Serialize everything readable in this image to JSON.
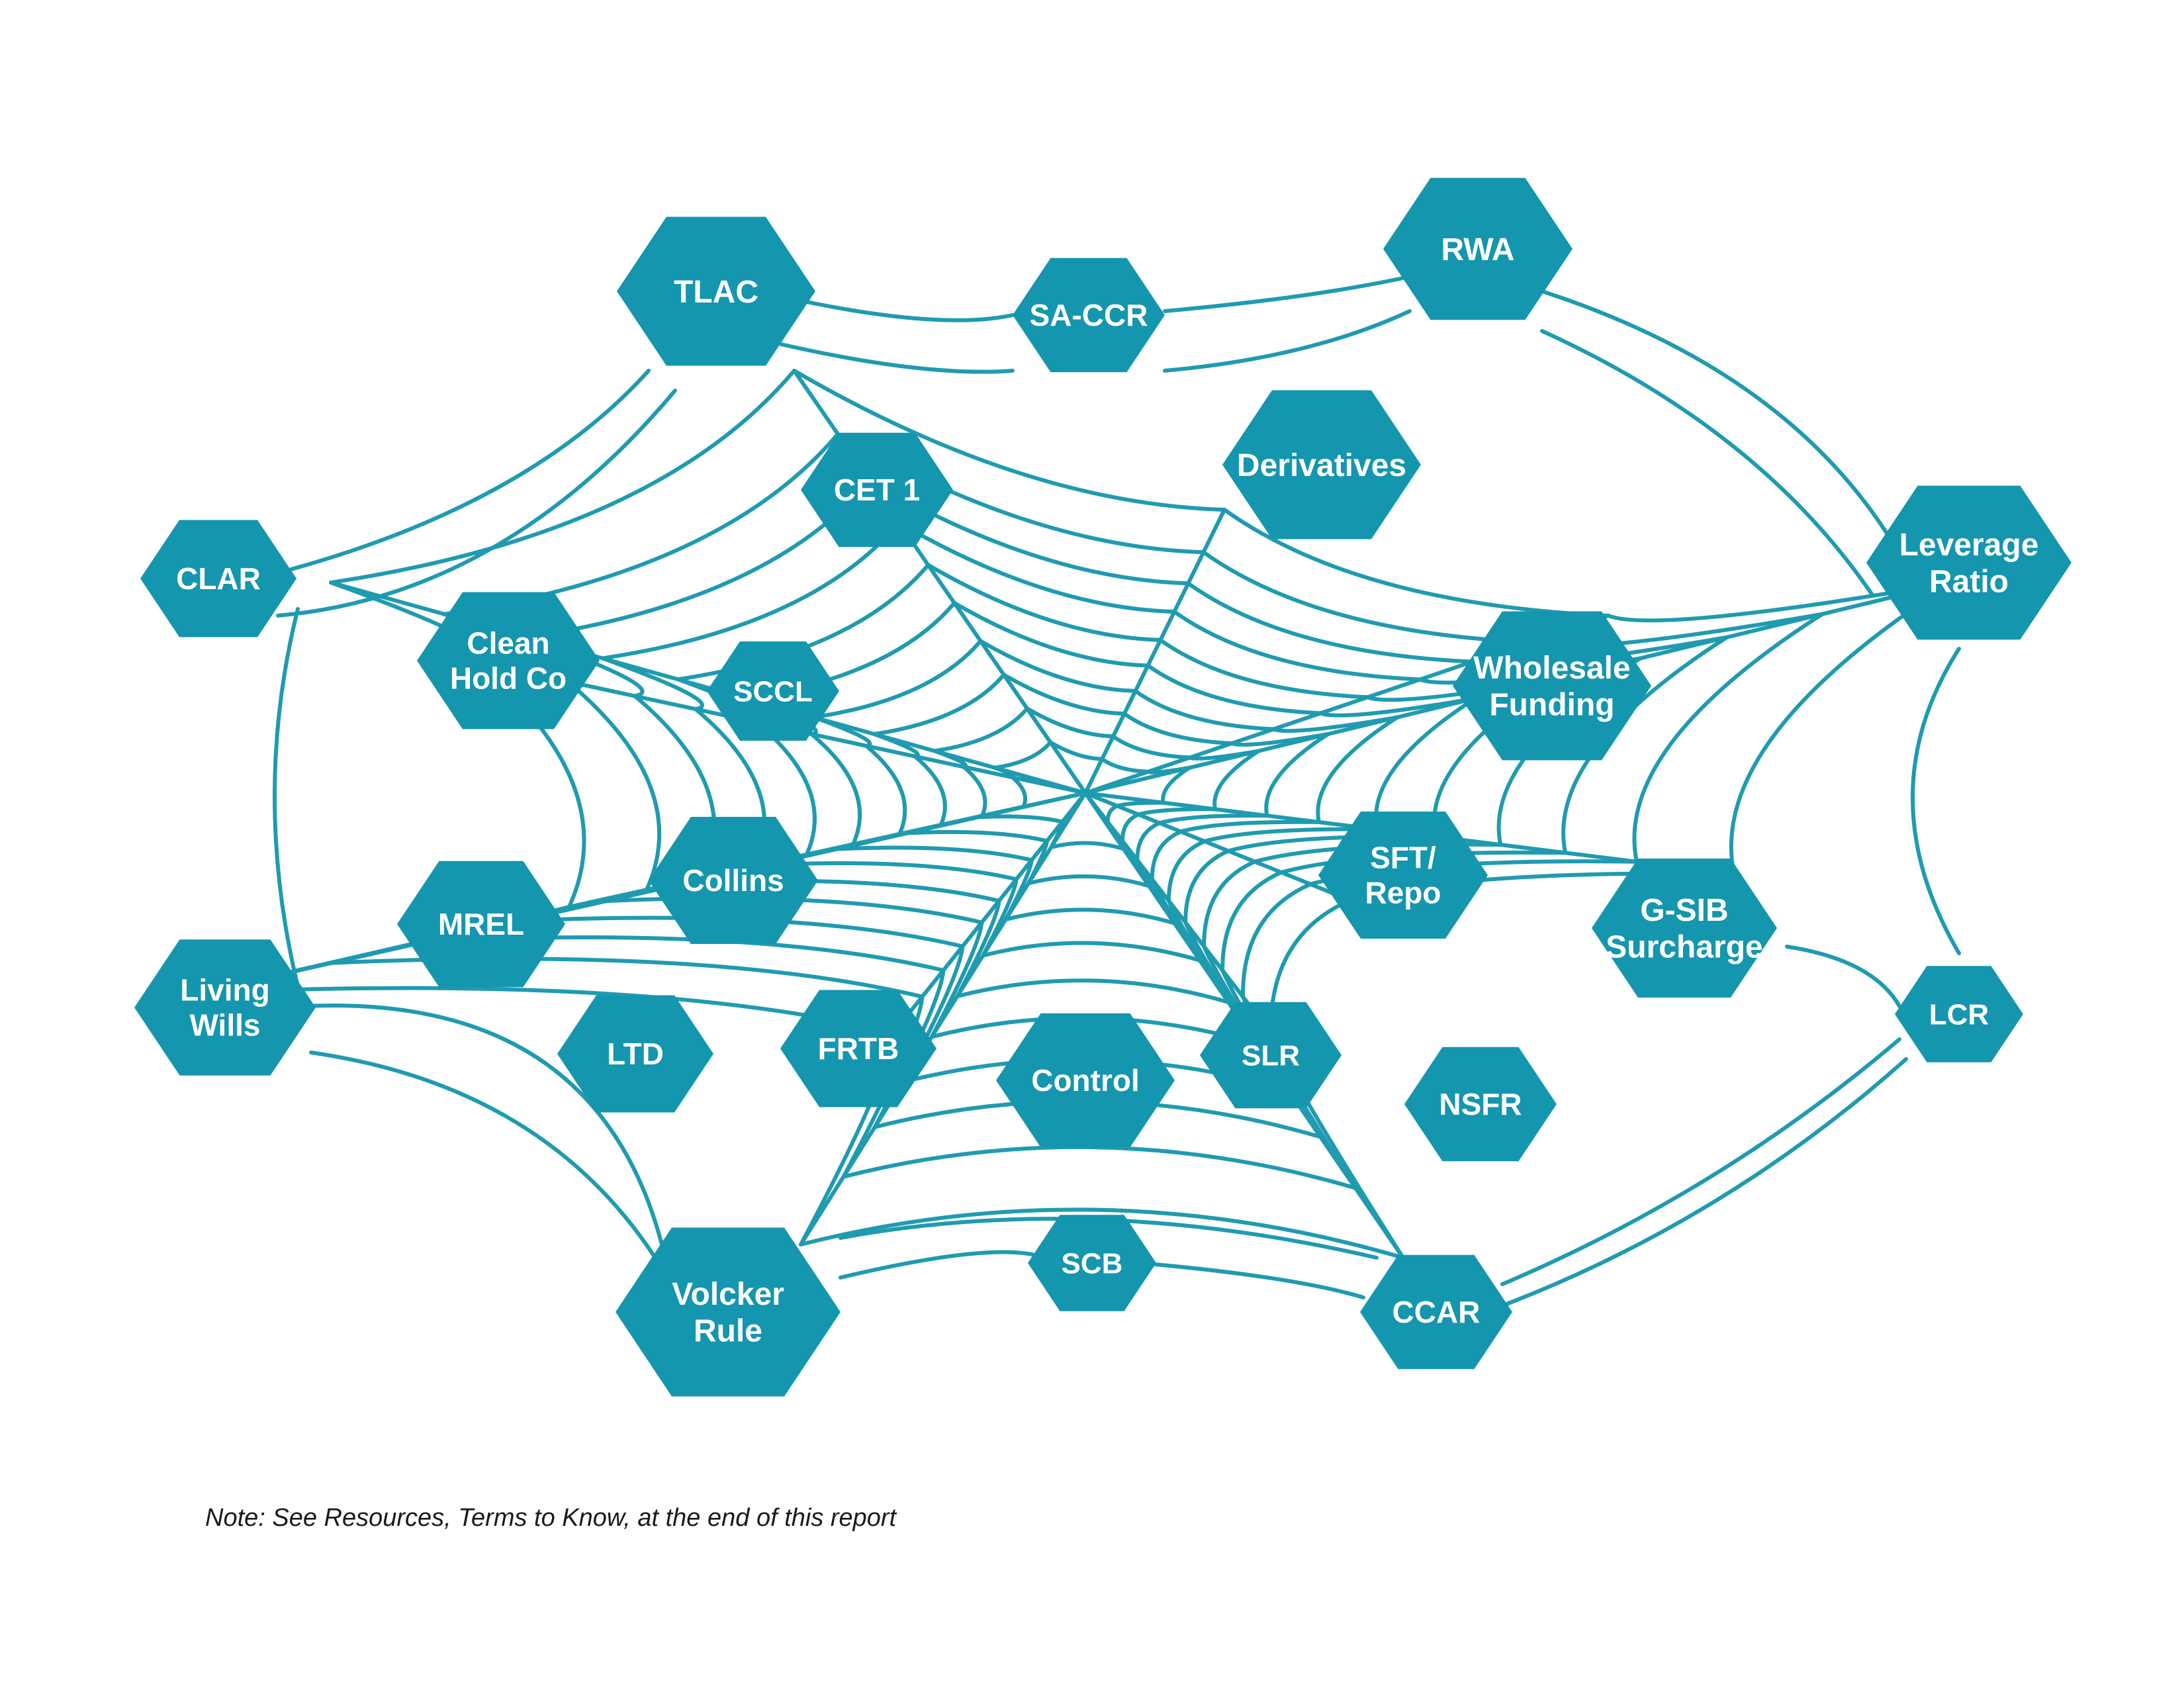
{
  "colors": {
    "hexagon": "#1496ae",
    "web_line": "#1f9bb0",
    "label_text": "#ffffff",
    "background": "#ffffff"
  },
  "nodes": [
    {
      "id": "tlac",
      "lines": [
        "TLAC"
      ]
    },
    {
      "id": "sa-ccr",
      "lines": [
        "SA-CCR"
      ]
    },
    {
      "id": "rwa",
      "lines": [
        "RWA"
      ]
    },
    {
      "id": "derivatives",
      "lines": [
        "Derivatives"
      ]
    },
    {
      "id": "cet1",
      "lines": [
        "CET 1"
      ]
    },
    {
      "id": "leverage-ratio",
      "lines": [
        "Leverage",
        "Ratio"
      ]
    },
    {
      "id": "clar",
      "lines": [
        "CLAR"
      ]
    },
    {
      "id": "clean-hold-co",
      "lines": [
        "Clean",
        "Hold Co"
      ]
    },
    {
      "id": "sccl",
      "lines": [
        "SCCL"
      ]
    },
    {
      "id": "wholesale-funding",
      "lines": [
        "Wholesale",
        "Funding"
      ]
    },
    {
      "id": "collins",
      "lines": [
        "Collins"
      ]
    },
    {
      "id": "sft-repo",
      "lines": [
        "SFT/",
        "Repo"
      ]
    },
    {
      "id": "g-sib-surcharge",
      "lines": [
        "G-SIB",
        "Surcharge"
      ]
    },
    {
      "id": "mrel",
      "lines": [
        "MREL"
      ]
    },
    {
      "id": "living-wills",
      "lines": [
        "Living",
        "Wills"
      ]
    },
    {
      "id": "lcr",
      "lines": [
        "LCR"
      ]
    },
    {
      "id": "ltd",
      "lines": [
        "LTD"
      ]
    },
    {
      "id": "frtb",
      "lines": [
        "FRTB"
      ]
    },
    {
      "id": "control",
      "lines": [
        "Control"
      ]
    },
    {
      "id": "slr",
      "lines": [
        "SLR"
      ]
    },
    {
      "id": "nsfr",
      "lines": [
        "NSFR"
      ]
    },
    {
      "id": "volcker-rule",
      "lines": [
        "Volcker",
        "Rule"
      ]
    },
    {
      "id": "scb",
      "lines": [
        "SCB"
      ]
    },
    {
      "id": "ccar",
      "lines": [
        "CCAR"
      ]
    }
  ],
  "footnote": "Note: See Resources, Terms to Know, at the end of this report"
}
